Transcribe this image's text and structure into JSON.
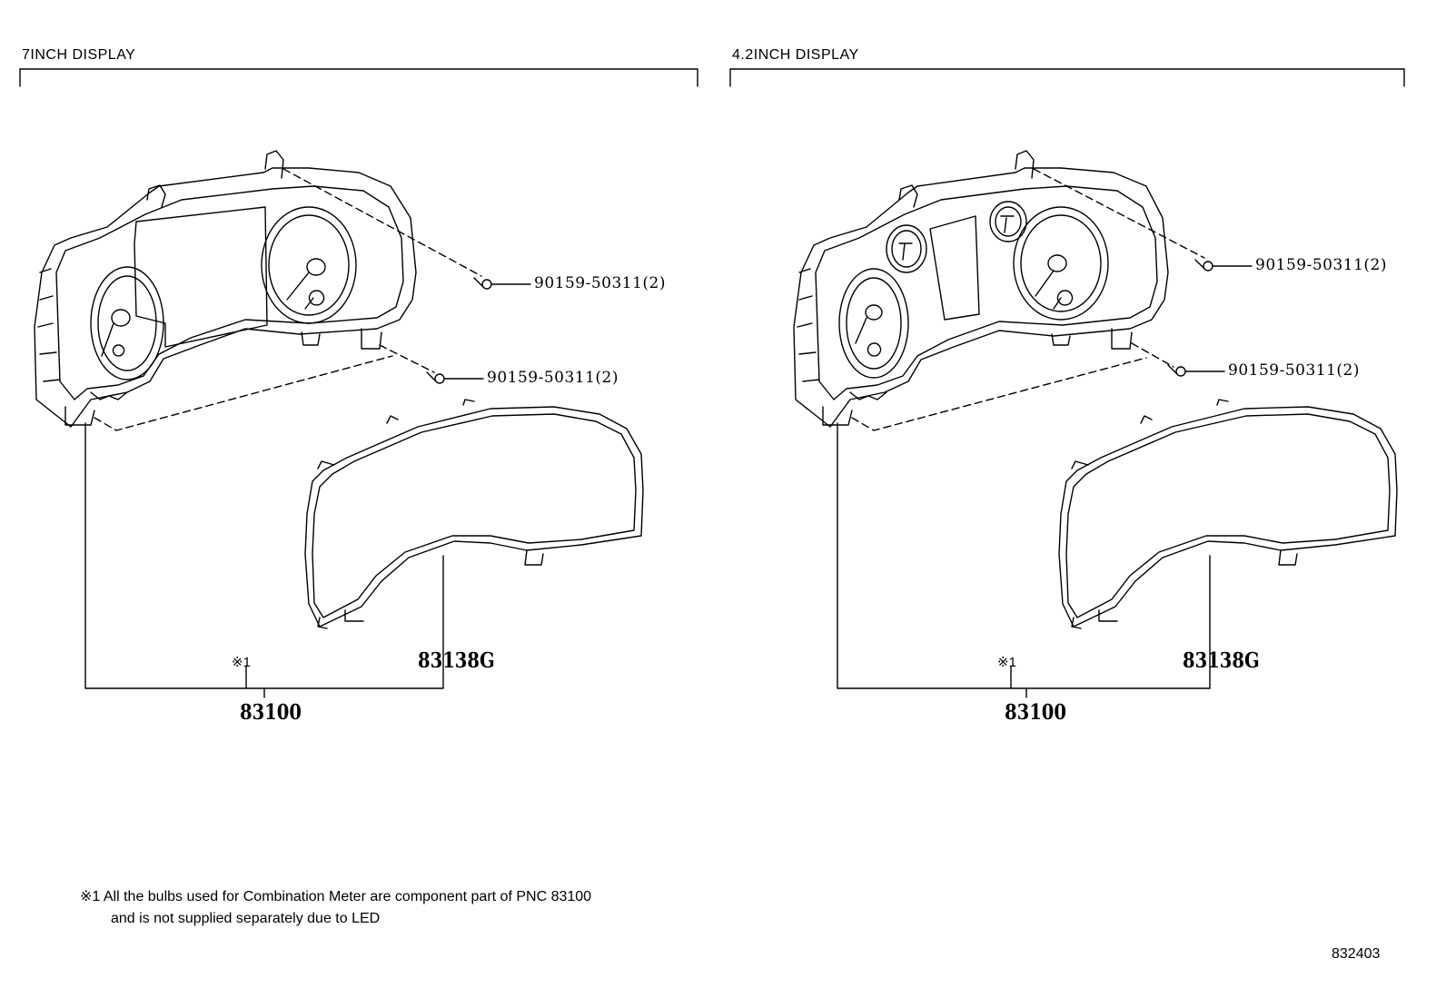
{
  "sections": [
    {
      "title": "7INCH DISPLAY",
      "screw_upper": "90159-50311(2)",
      "screw_lower": "90159-50311(2)",
      "note_ref": "※1",
      "pnc_parent": "83100",
      "pnc_lens": "83138G"
    },
    {
      "title": "4.2INCH DISPLAY",
      "screw_upper": "90159-50311(2)",
      "screw_lower": "90159-50311(2)",
      "note_ref": "※1",
      "pnc_parent": "83100",
      "pnc_lens": "83138G"
    }
  ],
  "footnote": {
    "line1": "※1 All the bulbs used for Combination Meter are component part of PNC 83100",
    "line2": "and is not supplied separately due to LED"
  },
  "diagram_id": "832403"
}
